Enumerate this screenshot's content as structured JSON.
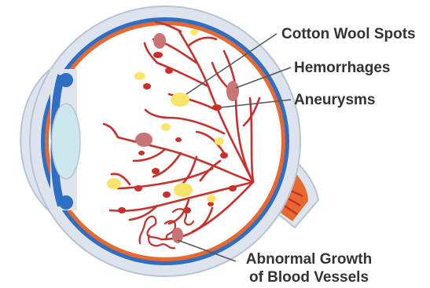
{
  "labels": {
    "cotton_wool_spots": "Cotton Wool Spots",
    "hemorrhages": "Hemorrhages",
    "aneurysms": "Aneurysms",
    "abnormal_growth_line1": "Abnormal Growth",
    "abnormal_growth_line2": "of Blood Vessels"
  },
  "colors": {
    "sclera": "#dde4ee",
    "outline": "#b9c4d3",
    "choroid": "#2f6fc3",
    "retina": "#e8692f",
    "vessel": "#c9302c",
    "hemorrhage": "#c97576",
    "cotton_wool": "#fae46a",
    "lens": "#cde7ee",
    "leader_line": "#555555"
  }
}
